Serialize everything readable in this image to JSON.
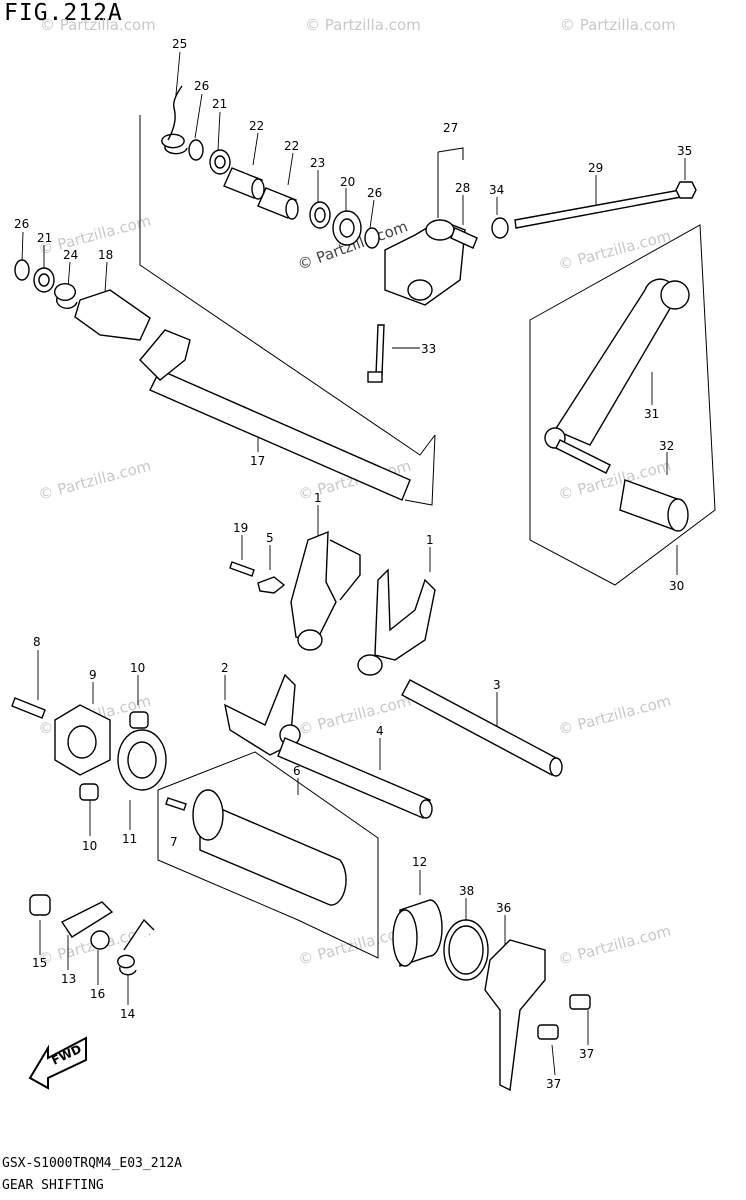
{
  "figure": {
    "title": "FIG.212A",
    "model_code": "GSX-S1000TRQM4_E03_212A",
    "section_name": "GEAR SHIFTING",
    "watermark": "© Partzilla.com",
    "fwd_label": "FWD"
  },
  "callouts": [
    {
      "id": "c25a",
      "text": "25"
    },
    {
      "id": "c26a",
      "text": "26"
    },
    {
      "id": "c21a",
      "text": "21"
    },
    {
      "id": "c22a",
      "text": "22"
    },
    {
      "id": "c22b",
      "text": "22"
    },
    {
      "id": "c23",
      "text": "23"
    },
    {
      "id": "c20",
      "text": "20"
    },
    {
      "id": "c26b",
      "text": "26"
    },
    {
      "id": "c27",
      "text": "27"
    },
    {
      "id": "c28",
      "text": "28"
    },
    {
      "id": "c34",
      "text": "34"
    },
    {
      "id": "c29",
      "text": "29"
    },
    {
      "id": "c35",
      "text": "35"
    },
    {
      "id": "c26c",
      "text": "26"
    },
    {
      "id": "c21b",
      "text": "21"
    },
    {
      "id": "c24",
      "text": "24"
    },
    {
      "id": "c18",
      "text": "18"
    },
    {
      "id": "c33",
      "text": "33"
    },
    {
      "id": "c17",
      "text": "17"
    },
    {
      "id": "c31",
      "text": "31"
    },
    {
      "id": "c32",
      "text": "32"
    },
    {
      "id": "c30",
      "text": "30"
    },
    {
      "id": "c1a",
      "text": "1"
    },
    {
      "id": "c19",
      "text": "19"
    },
    {
      "id": "c5",
      "text": "5"
    },
    {
      "id": "c1b",
      "text": "1"
    },
    {
      "id": "c8",
      "text": "8"
    },
    {
      "id": "c9",
      "text": "9"
    },
    {
      "id": "c10a",
      "text": "10"
    },
    {
      "id": "c2",
      "text": "2"
    },
    {
      "id": "c3",
      "text": "3"
    },
    {
      "id": "c4",
      "text": "4"
    },
    {
      "id": "c11",
      "text": "11"
    },
    {
      "id": "c10b",
      "text": "10"
    },
    {
      "id": "c6",
      "text": "6"
    },
    {
      "id": "c7",
      "text": "7"
    },
    {
      "id": "c12",
      "text": "12"
    },
    {
      "id": "c38",
      "text": "38"
    },
    {
      "id": "c36",
      "text": "36"
    },
    {
      "id": "c15",
      "text": "15"
    },
    {
      "id": "c13",
      "text": "13"
    },
    {
      "id": "c16",
      "text": "16"
    },
    {
      "id": "c14",
      "text": "14"
    },
    {
      "id": "c37a",
      "text": "37"
    },
    {
      "id": "c37b",
      "text": "37"
    }
  ],
  "colors": {
    "ink": "#000000",
    "watermark": "#c8c8c8",
    "background": "#ffffff"
  }
}
